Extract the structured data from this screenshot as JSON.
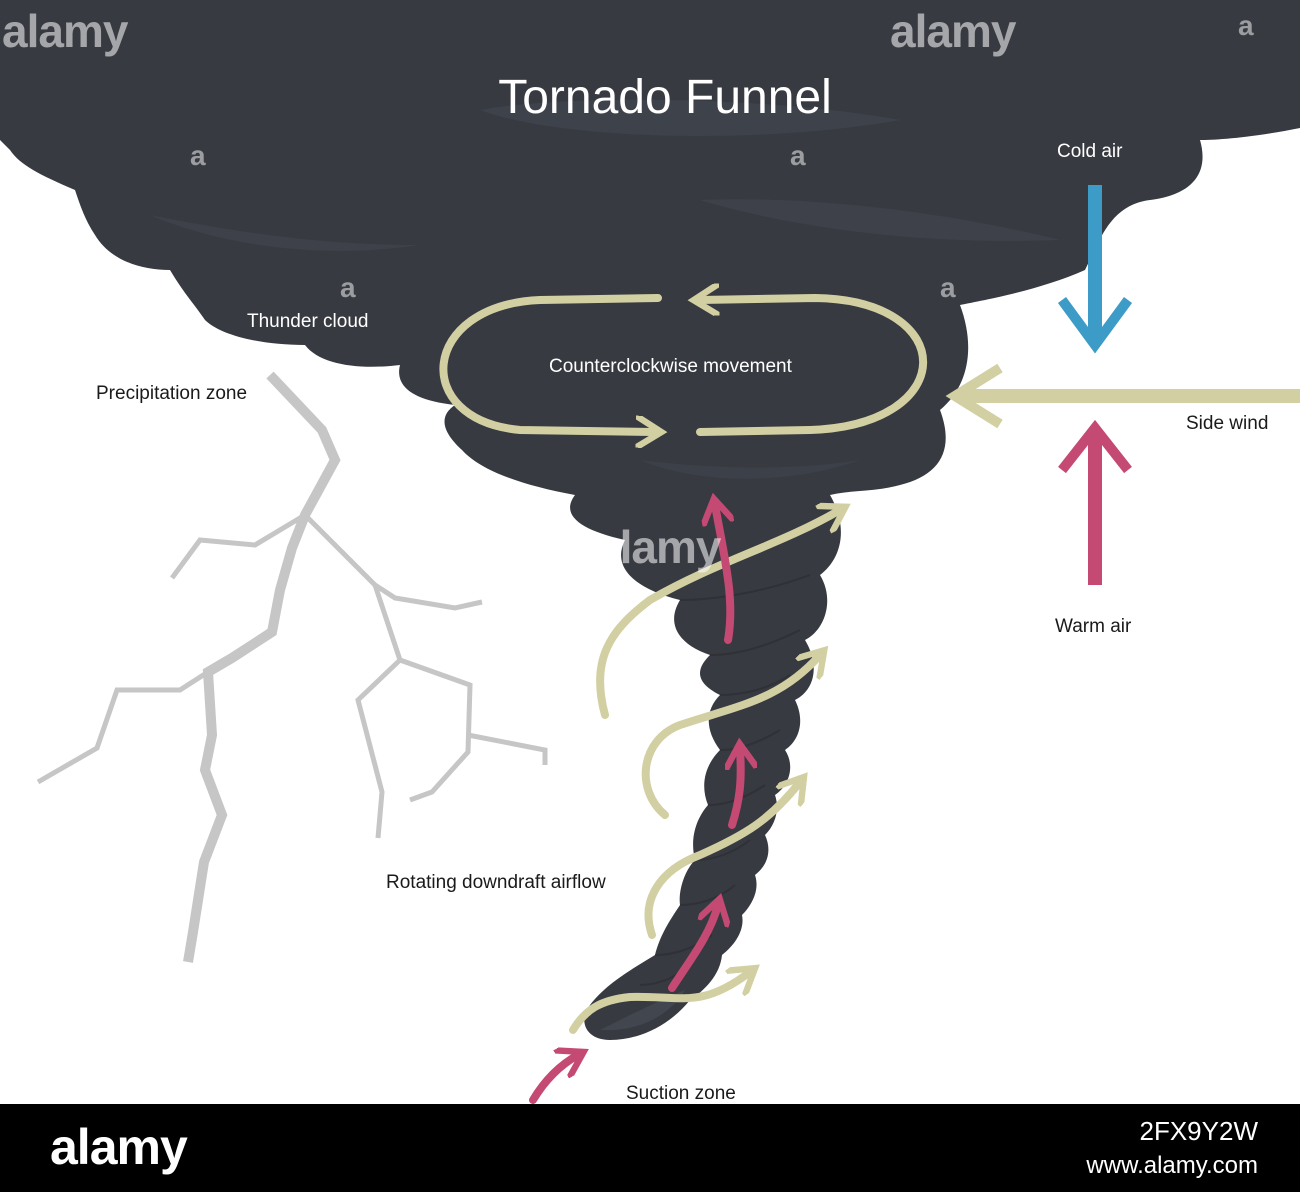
{
  "title": "Tornado Funnel",
  "labels": {
    "cold_air": "Cold air",
    "thunder_cloud": "Thunder cloud",
    "precipitation_zone": "Precipitation zone",
    "counterclockwise_movement": "Counterclockwise movement",
    "side_wind": "Side wind",
    "warm_air": "Warm air",
    "rotating_downdraft_airflow": "Rotating downdraft airflow",
    "suction_zone": "Suction zone"
  },
  "watermarks": {
    "brand": "alamy",
    "letter": "a"
  },
  "footer": {
    "logo": "alamy",
    "image_id": "2FX9Y2W",
    "url": "www.alamy.com"
  },
  "colors": {
    "cloud": "#373a41",
    "cloud_shade": "#42464e",
    "cold_arrow": "#3d9bc8",
    "warm_arrow": "#c44a74",
    "wind": "#d2d0a2",
    "lightning": "#c6c6c6"
  }
}
